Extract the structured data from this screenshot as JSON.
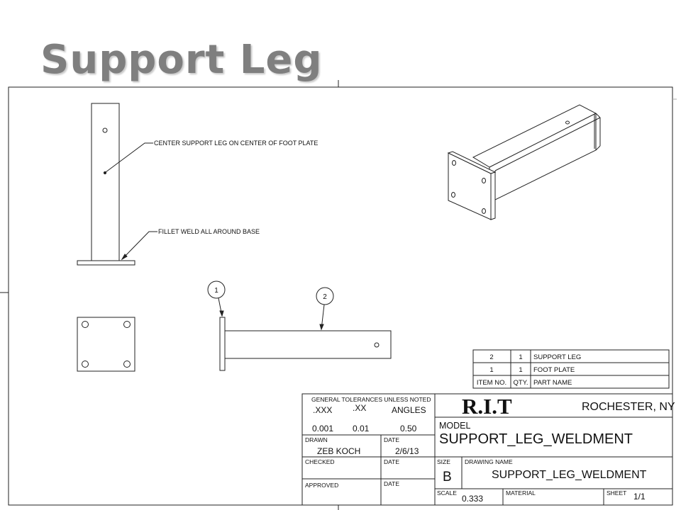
{
  "slide": {
    "title": "Support Leg"
  },
  "notes": {
    "center": "CENTER SUPPORT LEG ON CENTER OF FOOT PLATE",
    "weld": "FILLET WELD ALL AROUND BASE"
  },
  "balloons": [
    "1",
    "2"
  ],
  "bom": {
    "rows": [
      {
        "item": "2",
        "qty": "1",
        "name": "SUPPORT LEG"
      },
      {
        "item": "1",
        "qty": "1",
        "name": "FOOT PLATE"
      }
    ],
    "header": {
      "item": "ITEM NO.",
      "qty": "QTY.",
      "name": "PART NAME"
    }
  },
  "title_block": {
    "tolerances_heading": "GENERAL TOLERANCES UNLESS NOTED",
    "tol_labels": [
      ".XXX",
      ".XX",
      "ANGLES"
    ],
    "tol_values": [
      "0.001",
      "0.01",
      "0.50"
    ],
    "drawn_label": "DRAWN",
    "drawn_value": "ZEB KOCH",
    "drawn_date_label": "DATE",
    "drawn_date": "2/6/13",
    "checked_label": "CHECKED",
    "checked_date_label": "DATE",
    "approved_label": "APPROVED",
    "approved_date_label": "DATE",
    "org": "R.I.T",
    "location": "ROCHESTER, NY",
    "model_label": "MODEL",
    "model_value": "SUPPORT_LEG_WELDMENT",
    "size_label": "SIZE",
    "size_value": "B",
    "drawing_name_label": "DRAWING NAME",
    "drawing_name_value": "SUPPORT_LEG_WELDMENT",
    "scale_label": "SCALE",
    "scale_value": "0.333",
    "material_label": "MATERIAL",
    "sheet_label": "SHEET",
    "sheet_value": "1/1"
  }
}
